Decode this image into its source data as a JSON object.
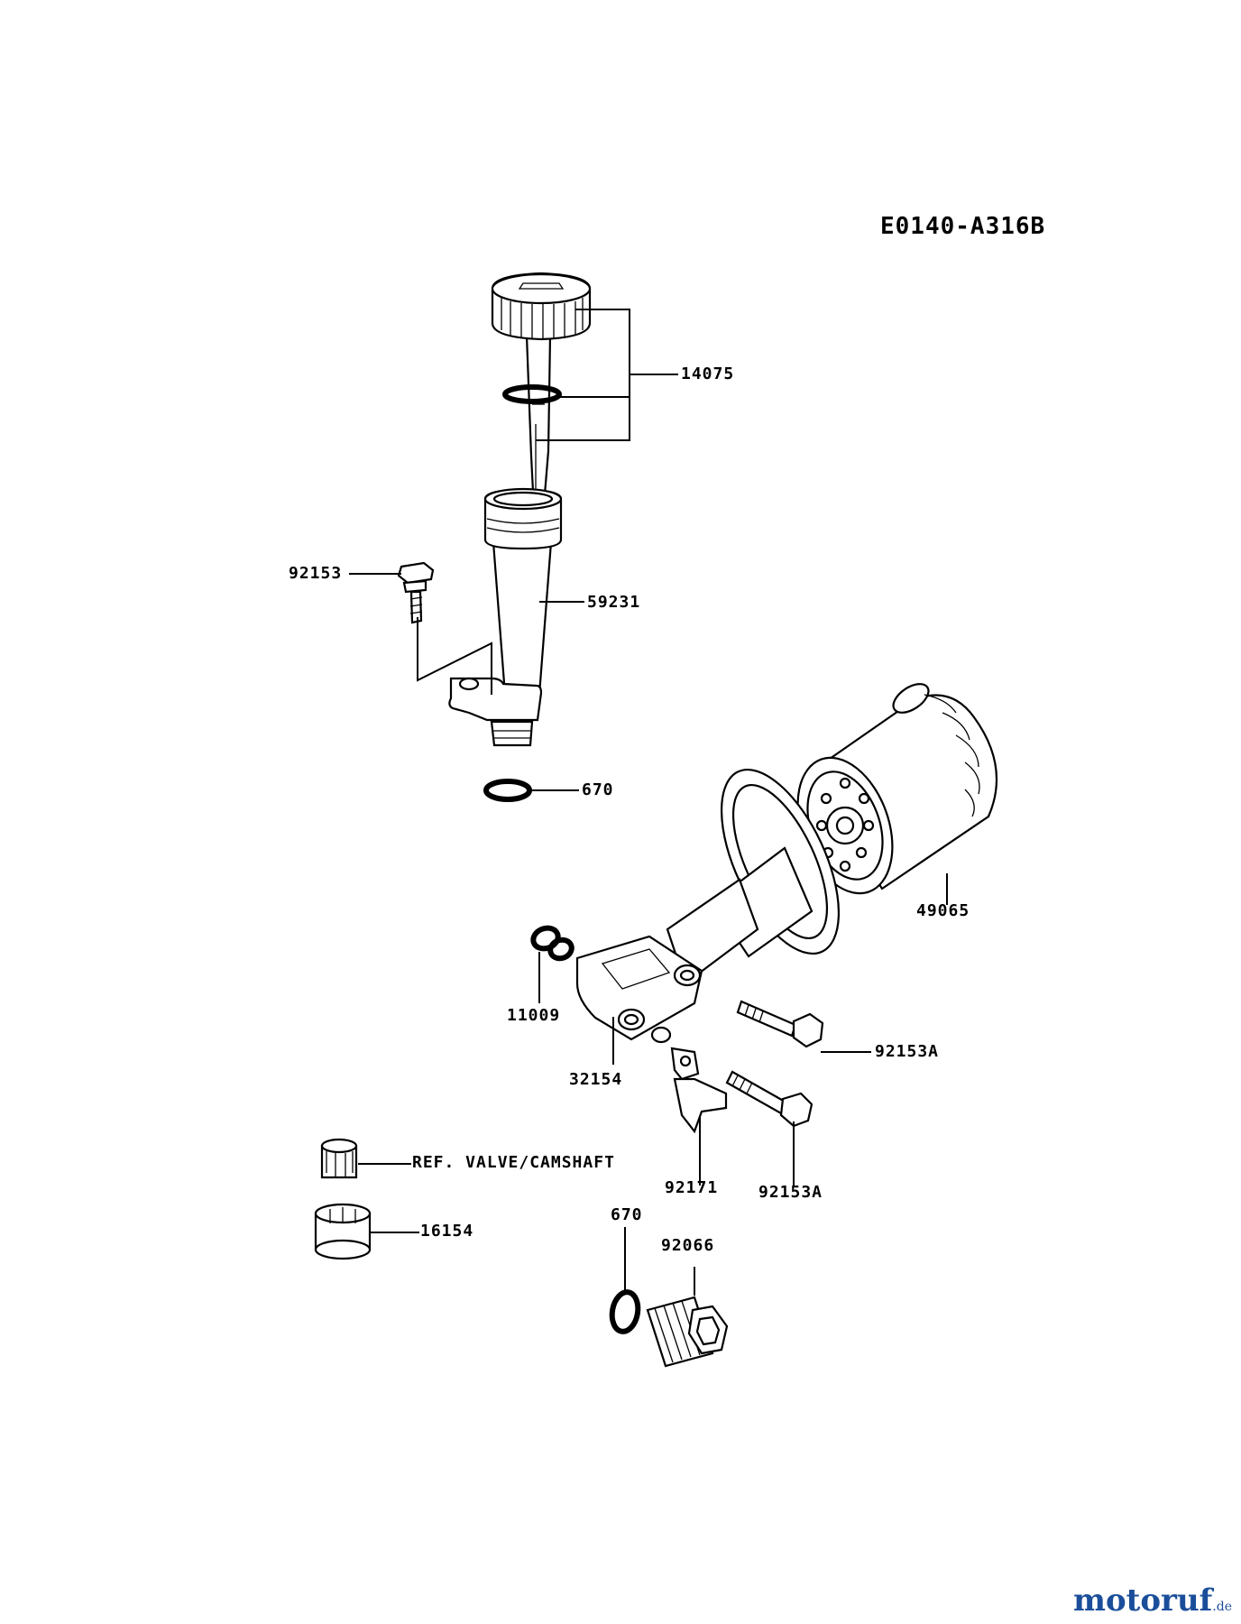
{
  "diagram_code": "E0140-A316B",
  "callouts": {
    "p14075": "14075",
    "p92153": "92153",
    "p59231": "59231",
    "p670_top": "670",
    "p49065": "49065",
    "p11009": "11009",
    "p92153A_1": "92153A",
    "p32154": "32154",
    "p92171": "92171",
    "p92153A_2": "92153A",
    "ref_valve": "REF. VALVE/CAMSHAFT",
    "p16154": "16154",
    "p670_bottom": "670",
    "p92066": "92066"
  },
  "watermark": {
    "main": "motoruf",
    "accent": "",
    "tld": ".de"
  }
}
